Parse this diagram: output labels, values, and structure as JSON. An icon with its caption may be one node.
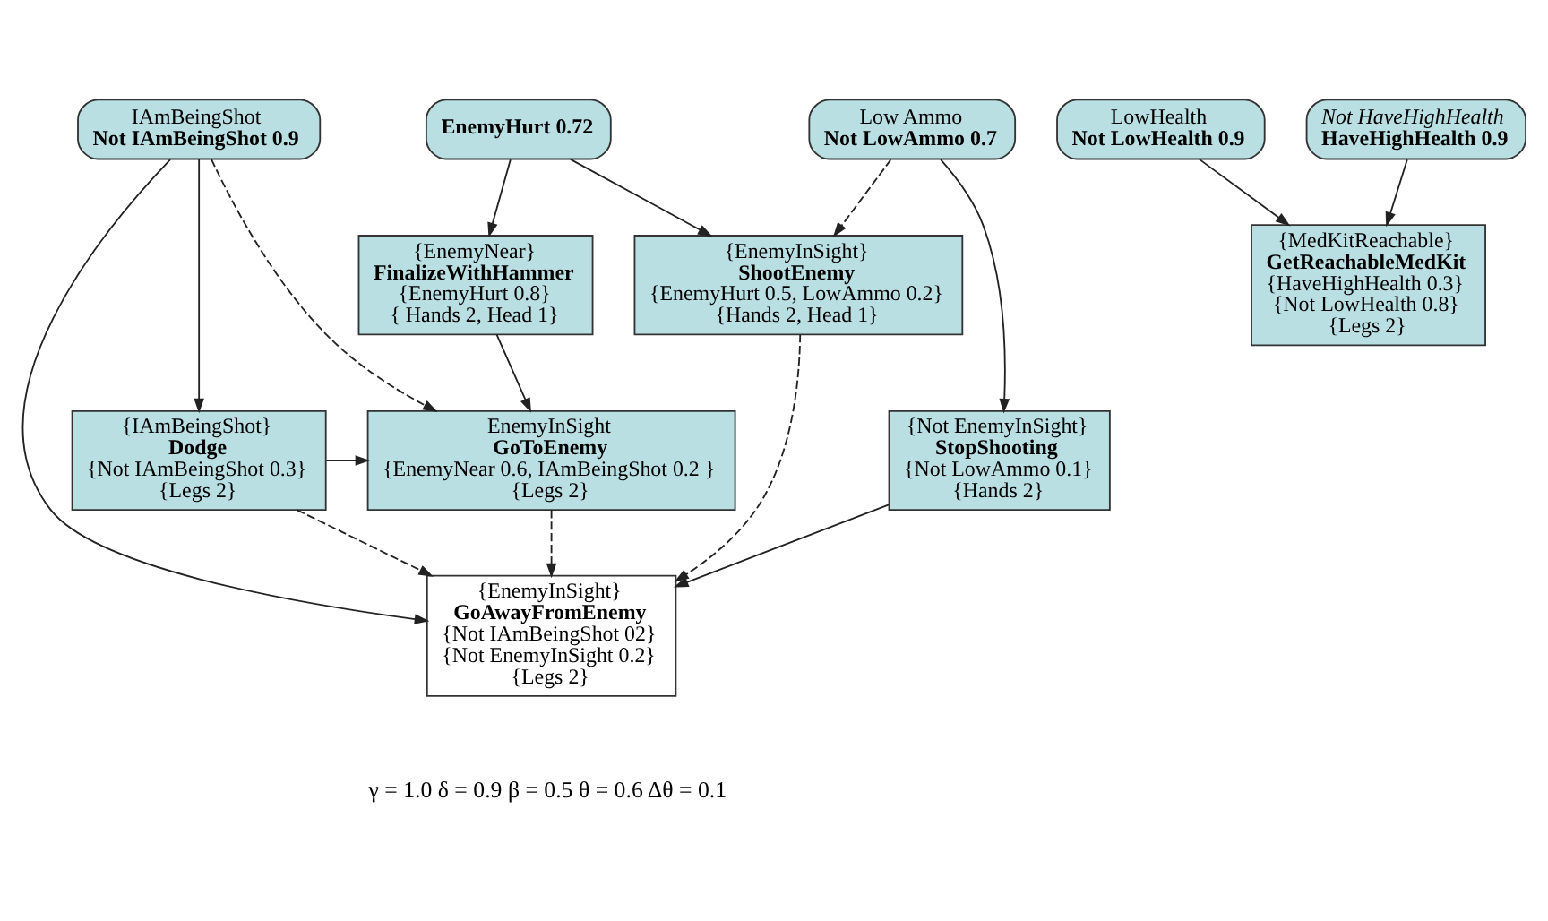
{
  "diagram": {
    "nodes": [
      {
        "text": [
          "EnemyHurt 0.72"
        ]
      },
      {
        "text": [
          "Low Ammo",
          "Not LowAmmo 0.7"
        ]
      },
      {
        "text": [
          "IAmBeingShot",
          "Not IAmBeingShot 0.9"
        ]
      },
      {
        "text": [
          "LowHealth",
          "Not LowHealth 0.9"
        ]
      },
      {
        "text": [
          "Not HaveHighHealth",
          "HaveHighHealth 0.9"
        ]
      },
      {
        "text": [
          "{EnemyNear}",
          "FinalizeWithHammer",
          "{EnemyHurt 0.8}",
          "{ Hands 2, Head 1}"
        ]
      },
      {
        "text": [
          "{EnemyInSight}",
          "ShootEnemy",
          "{EnemyHurt 0.5, LowAmmo 0.2}",
          "{Hands 2, Head 1}"
        ]
      },
      {
        "text": [
          "{MedKitReachable}",
          "GetReachableMedKit",
          "{HaveHighHealth 0.3}",
          "{Not LowHealth 0.8}",
          "{Legs 2}"
        ]
      },
      {
        "text": [
          "EnemyInSight",
          "GoToEnemy",
          "{EnemyNear 0.6, IAmBeingShot 0.2 }",
          "{Legs 2}"
        ]
      },
      {
        "text": [
          "{Not EnemyInSight}",
          "StopShooting",
          "{Not LowAmmo 0.1}",
          "{Hands 2}"
        ]
      },
      {
        "text": [
          "{IAmBeingShot}",
          "Dodge",
          "{Not IAmBeingShot 0.3}",
          "{Legs 2}"
        ]
      },
      {
        "text": [
          "{EnemyInSight}",
          "GoAwayFromEnemy",
          "{Not IAmBeingShot 02}",
          "{Not EnemyInSight 0.2}",
          "{Legs 2}"
        ]
      }
    ],
    "edges": [
      {
        "from": 0,
        "to": 5,
        "arrow": "to"
      },
      {
        "from": 0,
        "to": 6,
        "arrow": "to"
      },
      {
        "from": 1,
        "to": 6,
        "arrow": "to",
        "style": "dashed"
      },
      {
        "from": 1,
        "to": 9,
        "arrow": "to"
      },
      {
        "from": 2,
        "to": 11,
        "arrow": "to"
      },
      {
        "from": 2,
        "to": 8,
        "arrow": "to",
        "style": "dashed"
      },
      {
        "from": 2,
        "to": 10,
        "arrow": "to"
      },
      {
        "from": 3,
        "to": 7,
        "arrow": "to"
      },
      {
        "from": 4,
        "to": 7,
        "arrow": "to"
      },
      {
        "from": 5,
        "to": 8,
        "arrow": "to"
      },
      {
        "from": 6,
        "to": 11,
        "arrow": "to",
        "style": "dashed"
      },
      {
        "from": 9,
        "to": 11,
        "arrow": "to"
      },
      {
        "from": 10,
        "to": 8,
        "arrow": "to"
      },
      {
        "from": 10,
        "to": 11,
        "arrow": "to",
        "style": "dashed"
      },
      {
        "from": 8,
        "to": 11,
        "arrow": "to",
        "style": "dashed"
      }
    ],
    "labels": [
      "γ = 1.0 δ = 0.9 β = 0.5 θ = 0.6 Δθ = 0.1"
    ]
  }
}
